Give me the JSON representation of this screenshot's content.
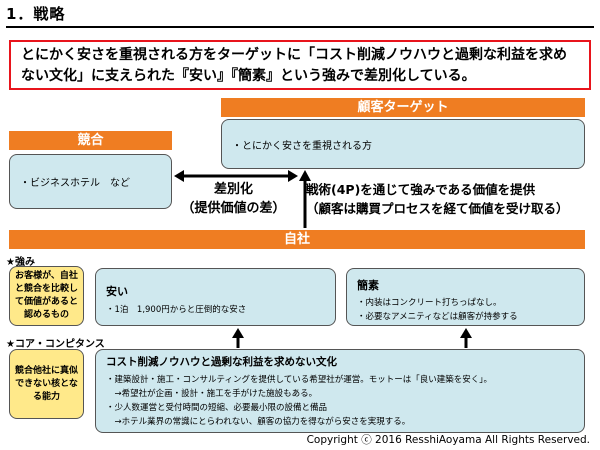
{
  "title": "1．戦略",
  "summary": "とにかく安さを重視される方をターゲットに「コスト削減ノウハウと過剰な利益を求めない文化」に支えられた『安い』『簡素』という強みで差別化している。",
  "target": {
    "header": "顧客ターゲット",
    "item": "・とにかく安さを重視される方"
  },
  "competitor": {
    "header": "競合",
    "item": "・ビジネスホテル　など"
  },
  "differentiation": {
    "line1": "差別化",
    "line2": "（提供価値の差）"
  },
  "tactics": {
    "line1": "戦術(4P)を通じて強みである価値を提供",
    "line2": "（顧客は購買プロセスを経て価値を受け取る）"
  },
  "company": {
    "header": "自社"
  },
  "strengths": {
    "label": "★強み",
    "description": "お客様が、自社と競合を比較して価値があると認めるもの",
    "cheap": {
      "title": "安い",
      "item": "・1泊　1,900円からと圧倒的な安さ"
    },
    "simple": {
      "title": "簡素",
      "items": [
        "・内装はコンクリート打ちっぱなし。",
        "・必要なアメニティなどは顧客が持参する"
      ]
    }
  },
  "core": {
    "label": "★コア・コンピタンス",
    "description": "競合他社に真似できない核となる能力",
    "title": "コスト削減ノウハウと過剰な利益を求めない文化",
    "items": [
      "・建築設計・施工・コンサルティングを提供している希望社が運営。モットーは「良い建築を安く」。",
      "　→希望社が企画・設計・施工を手がけた施設もある。",
      "・少人数運営と受付時間の短縮、必要最小限の設備と備品",
      "　→ホテル業界の常識にとらわれない、顧客の協力を得ながら安さを実現する。"
    ]
  },
  "copyright": "Copyright ⓒ 2016 ResshiAoyama All Rights Reserved.",
  "colors": {
    "orange": "#ef7d22",
    "teal": "#cfe8ee",
    "yellow": "#ffe98a",
    "red_border": "#e8141c"
  }
}
